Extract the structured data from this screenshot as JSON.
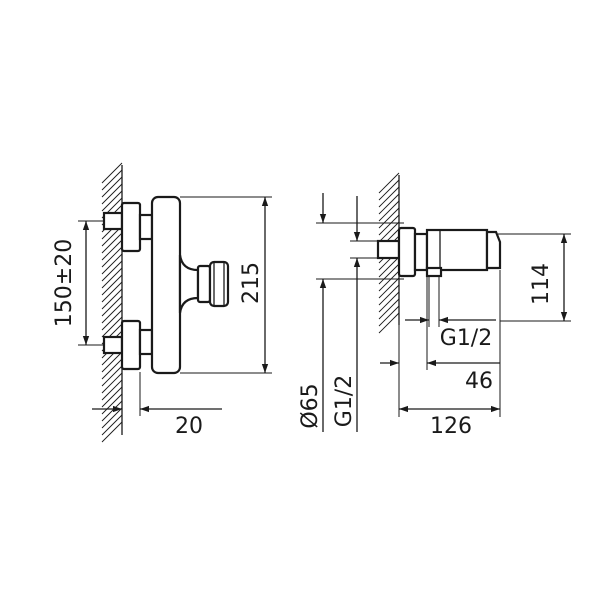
{
  "left_view": {
    "dim_spacing": "150±20",
    "dim_height": "215",
    "dim_depth": "20"
  },
  "right_view": {
    "dim_diameter": "Ø65",
    "dim_thread_left": "G1/2",
    "dim_height": "114",
    "dim_outlet": "G1/2",
    "dim_46": "46",
    "dim_126": "126"
  }
}
